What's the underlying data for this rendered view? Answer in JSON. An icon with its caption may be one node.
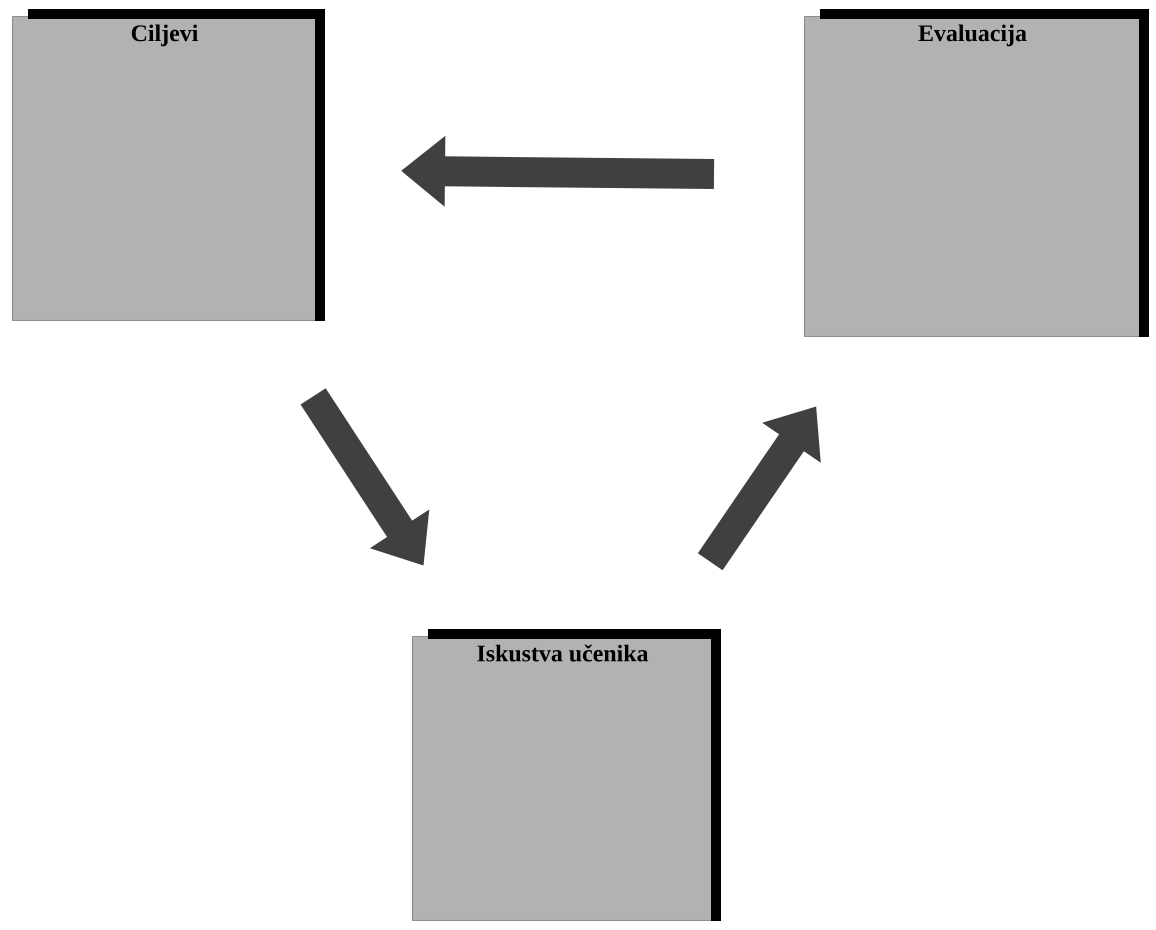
{
  "diagram": {
    "nodes": [
      {
        "text": [
          "Ciljevi"
        ]
      },
      {
        "text": [
          "Evaluacija"
        ]
      },
      {
        "text": [
          "Iskustva učenika"
        ]
      }
    ],
    "edges": [
      {
        "from": 1,
        "to": 0,
        "arrow": "to"
      },
      {
        "from": 0,
        "to": 2,
        "arrow": "to"
      },
      {
        "from": 2,
        "to": 1,
        "arrow": "to"
      }
    ]
  }
}
